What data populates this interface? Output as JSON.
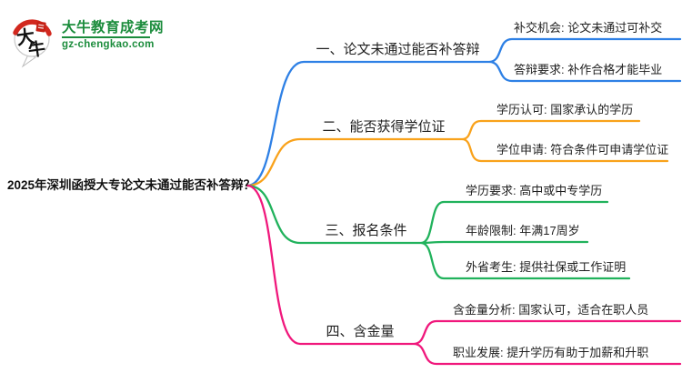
{
  "brand": {
    "site_name": "大牛教育成考网",
    "site_domain": "gz-chengkao.com",
    "mark_char_1": "大",
    "mark_char_2": "牛",
    "green": "#1B8C3C",
    "red": "#D2281E"
  },
  "root": {
    "label": "2025年深圳函授大专论文未通过能否补答辩？"
  },
  "branches": [
    {
      "label": "一、论文未通过能否补答辩",
      "color": "#2E80E5",
      "children": [
        {
          "label": "补交机会: 论文未通过可补交"
        },
        {
          "label": "答辩要求: 补作合格才能毕业"
        }
      ]
    },
    {
      "label": "二、能否获得学位证",
      "color": "#F9A21B",
      "children": [
        {
          "label": "学历认可: 国家承认的学历"
        },
        {
          "label": "学位申请: 符合条件可申请学位证"
        }
      ]
    },
    {
      "label": "三、报名条件",
      "color": "#21B25C",
      "children": [
        {
          "label": "学历要求: 高中或中专学历"
        },
        {
          "label": "年龄限制: 年满17周岁"
        },
        {
          "label": "外省考生: 提供社保或工作证明"
        }
      ]
    },
    {
      "label": "四、含金量",
      "color": "#F0187C",
      "children": [
        {
          "label": "含金量分析: 国家认可，适合在职人员"
        },
        {
          "label": "职业发展: 提升学历有助于加薪和升职"
        }
      ]
    }
  ]
}
